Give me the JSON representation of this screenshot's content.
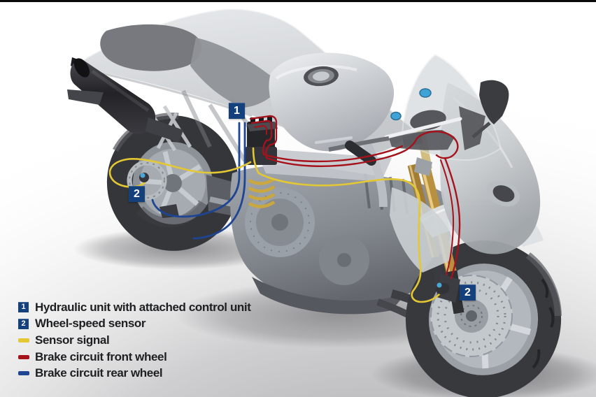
{
  "figure": {
    "type": "technical-illustration",
    "subject": "Motorcycle ABS cutaway diagram"
  },
  "colors": {
    "marker_blue": "#14407c",
    "sensor_signal": "#e3c733",
    "brake_front": "#a5121c",
    "brake_rear": "#1e4494"
  },
  "markers": {
    "hydraulic_unit": {
      "label": "1"
    },
    "rear_wheel_sensor": {
      "label": "2"
    },
    "front_wheel_sensor": {
      "label": "2"
    }
  },
  "legend": {
    "items": [
      {
        "kind": "badge",
        "symbol": "1",
        "label": "Hydraulic unit with attached control unit"
      },
      {
        "kind": "badge",
        "symbol": "2",
        "label": "Wheel-speed sensor"
      },
      {
        "kind": "swatch",
        "color": "#e3c733",
        "label": "Sensor signal"
      },
      {
        "kind": "swatch",
        "color": "#a5121c",
        "label": "Brake circuit front wheel"
      },
      {
        "kind": "swatch",
        "color": "#1e4494",
        "label": "Brake circuit rear wheel"
      }
    ]
  }
}
